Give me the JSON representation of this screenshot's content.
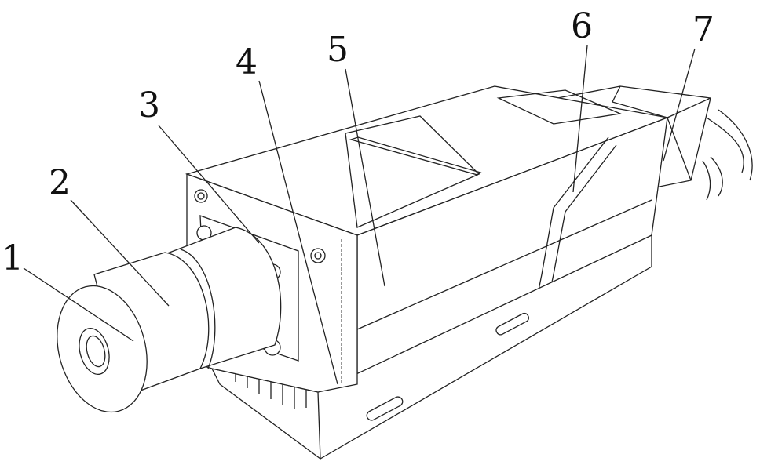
{
  "figure": {
    "labels": [
      "1",
      "2",
      "3",
      "4",
      "5",
      "6",
      "7"
    ]
  }
}
